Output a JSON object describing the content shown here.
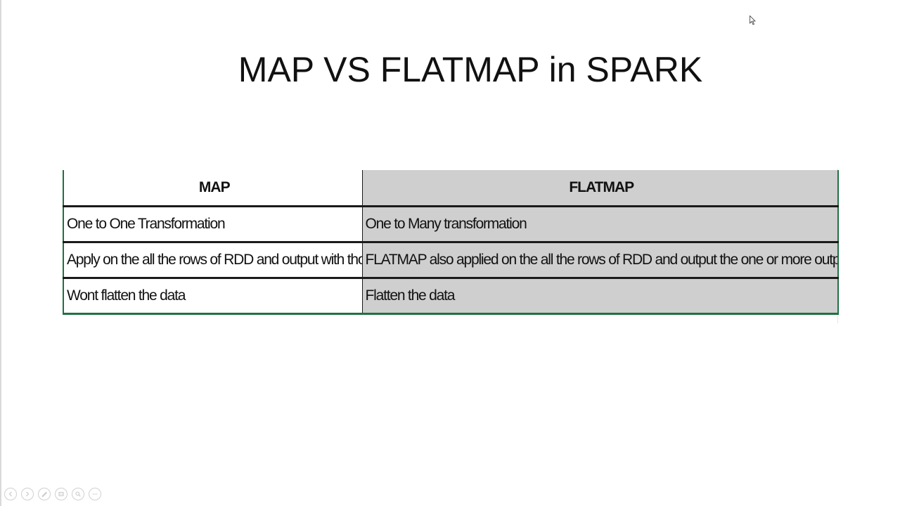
{
  "slide": {
    "title": "MAP VS FLATMAP in SPARK"
  },
  "table": {
    "headers": [
      "MAP",
      "FLATMAP"
    ],
    "rows": [
      [
        "One to One Transformation",
        "One to Many transformation"
      ],
      [
        "Apply on the all the rows of RDD and output with those all new rows",
        "FLATMAP also applied on the all the rows of RDD and output the one or more output rows for each input rows"
      ],
      [
        "Wont flatten the data",
        "Flatten the data"
      ]
    ]
  },
  "toolbar": {
    "buttons": [
      "previous-icon",
      "next-icon",
      "pen-icon",
      "slides-icon",
      "zoom-icon",
      "more-icon"
    ]
  },
  "colors": {
    "accent_green": "#1e7145",
    "header_gray": "#cfcfcf"
  }
}
